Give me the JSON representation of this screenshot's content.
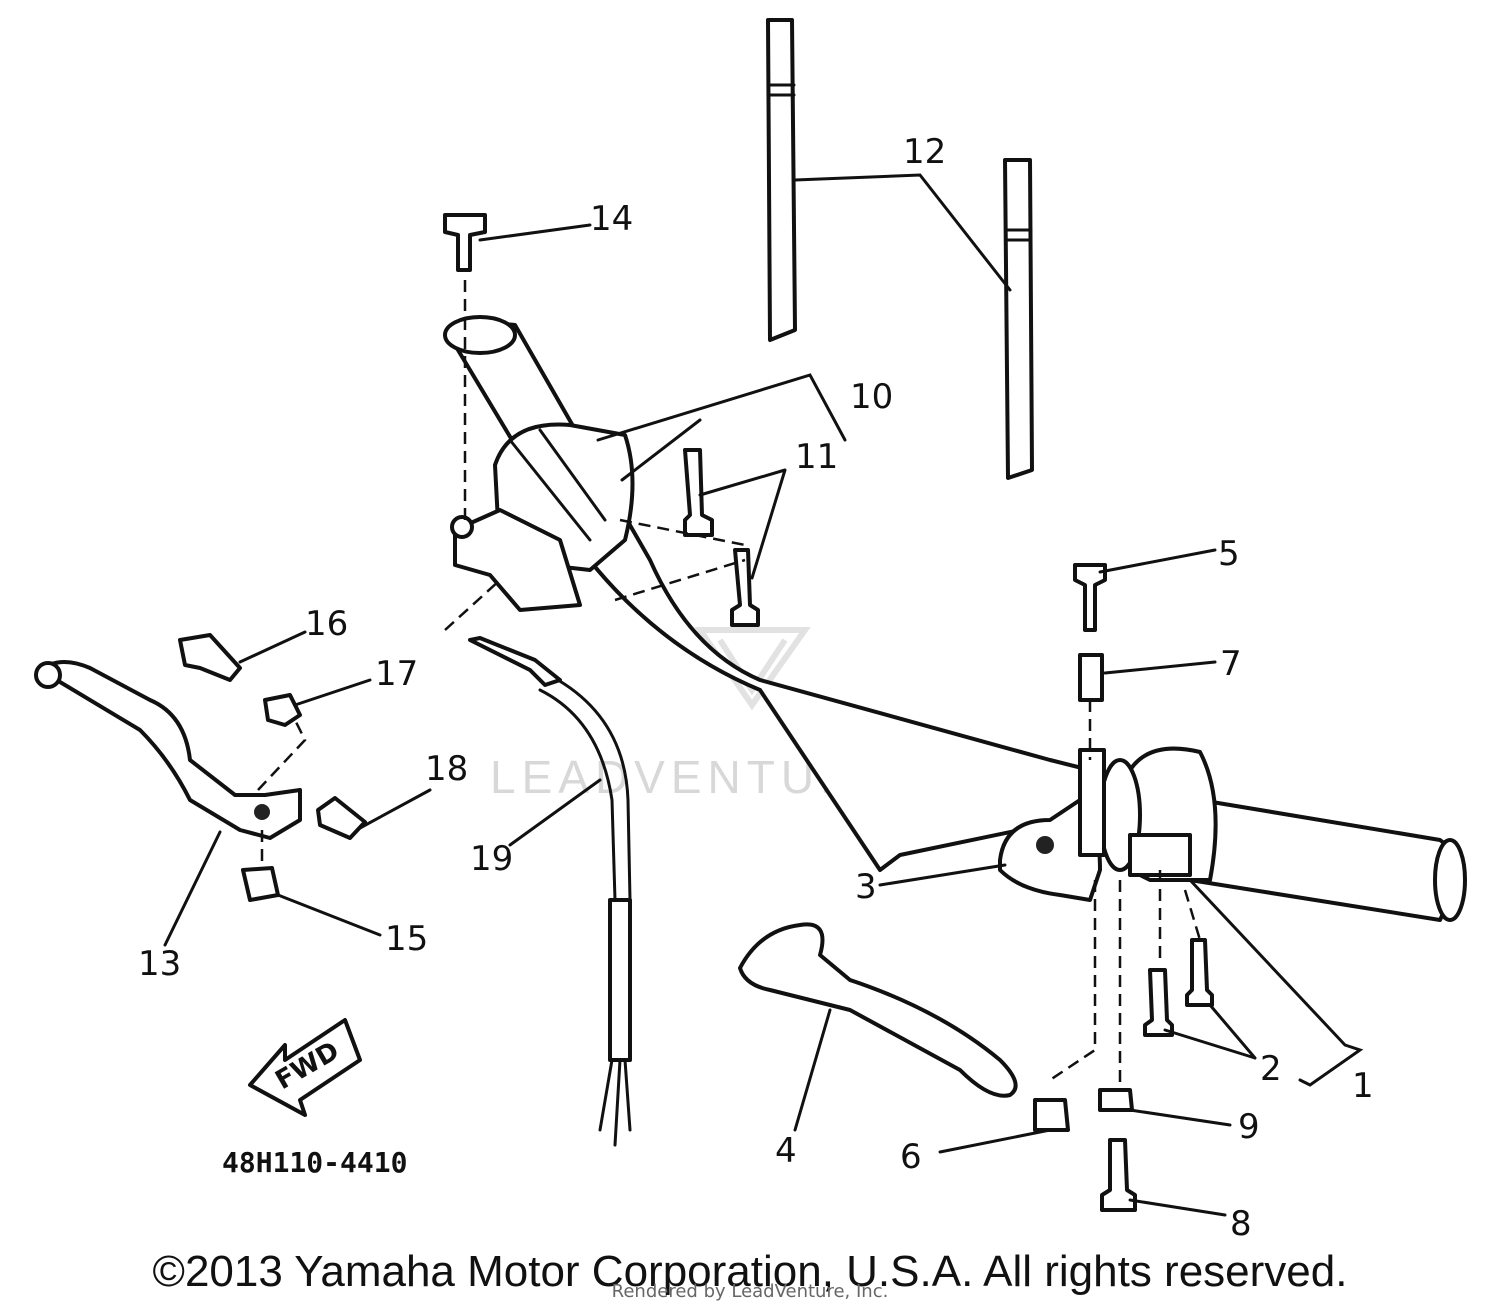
{
  "diagram": {
    "part_code": "48H110-4410",
    "fwd_label": "FWD",
    "watermark": "LEADVENTURE",
    "callouts": [
      "1",
      "2",
      "3",
      "4",
      "5",
      "6",
      "7",
      "8",
      "9",
      "10",
      "11",
      "12",
      "13",
      "14",
      "15",
      "16",
      "17",
      "18",
      "19"
    ]
  },
  "footer": {
    "copyright": "©2013 Yamaha Motor Corporation, U.S.A. All rights reserved.",
    "rendered_by": "Rendered by LeadVenture, Inc."
  }
}
